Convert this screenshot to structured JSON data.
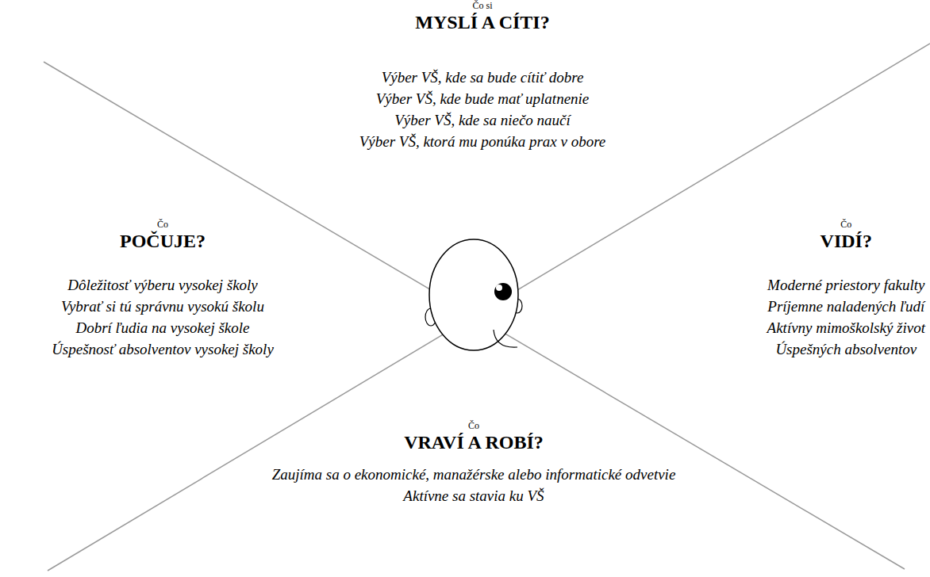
{
  "diagram": {
    "nodes": [
      {
        "text": [
          "Čo si",
          "MYSLÍ A CÍTI?",
          "Výber VŠ, kde sa bude cítiť dobre",
          "Výber VŠ, kde bude mať uplatnenie",
          "Výber VŠ, kde sa niečo naučí",
          "Výber VŠ, ktorá mu ponúka prax v obore"
        ]
      },
      {
        "text": [
          "Čo",
          "POČUJE?",
          "Dôležitosť výberu vysokej školy",
          "Vybrať si tú správnu vysokú školu",
          "Dobrí ľudia na vysokej škole",
          "Úspešnosť absolventov vysokej školy"
        ]
      },
      {
        "text": [
          "Čo",
          "VIDÍ?",
          "Moderné priestory fakulty",
          "Príjemne naladených ľudí",
          "Aktívny mimoškolský život",
          "Úspešných absolventov"
        ]
      },
      {
        "text": [
          "Čo",
          "VRAVÍ A ROBÍ?",
          "Zaujíma sa o ekonomické, manažérske alebo informatické odvetvie",
          "Aktívne sa stavia ku VŠ"
        ]
      }
    ]
  }
}
